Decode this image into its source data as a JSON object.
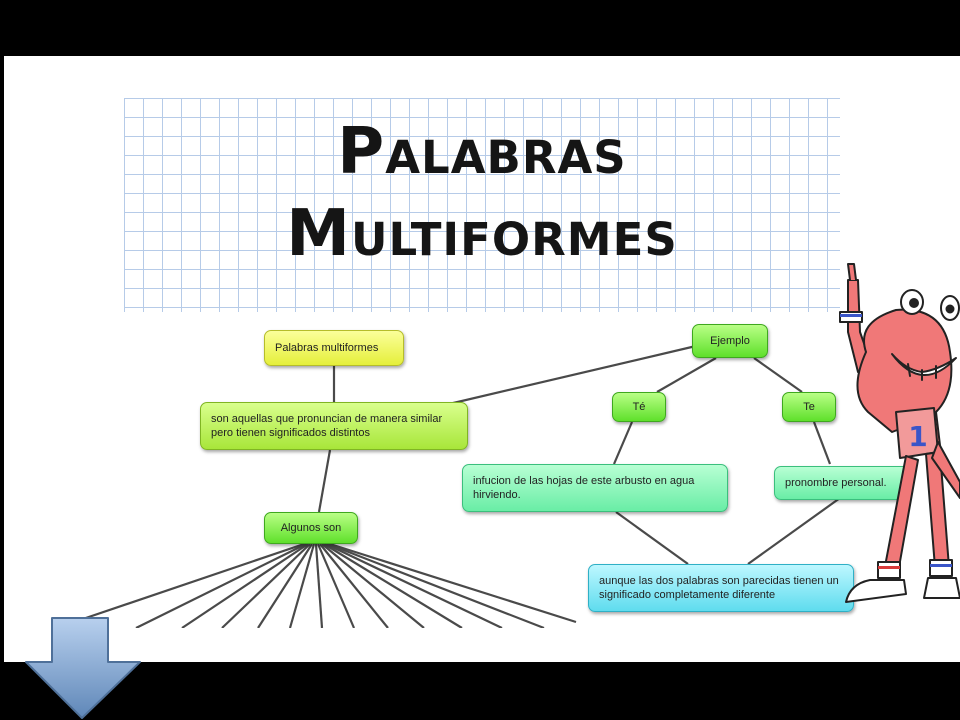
{
  "banner": {
    "title_line1": "Palabras",
    "title_line2": "Multiformes"
  },
  "nodes": {
    "palabras": "Palabras multiformes",
    "definicion": "son aquellas que pronuncian de manera similar pero tienen significados distintos",
    "algunos": "Algunos son",
    "ejemplo": "Ejemplo",
    "te_tilde": "Té",
    "te": "Te",
    "infusion": "infucion de las hojas de este arbusto en agua hirviendo.",
    "pronombre": "pronombre personal.",
    "conclusion": "aunque las dos palabras son parecidas tienen un significado completamente diferente"
  },
  "mascot_number": "1",
  "colors": {
    "yellow": "#e5ef3b",
    "green": "#5fe02b",
    "mint": "#69eda6",
    "cyan": "#5fdcee",
    "mascot": "#f07878",
    "arrow": "#7fa6cf"
  }
}
